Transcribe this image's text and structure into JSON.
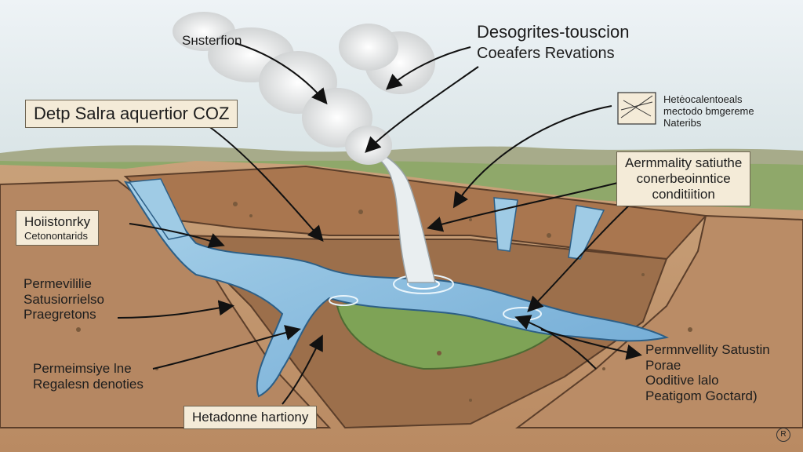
{
  "labels": {
    "top_left_cloud": "Sнsterfion",
    "top_right": [
      "Desogrites-touscion",
      "Coeafers Revations"
    ],
    "upper_right_small": [
      "Hetėocalentoeals",
      "mectodo bmgereme",
      "Nateribs"
    ],
    "left_box": "Detp Salra aquertior COZ",
    "right_box": [
      "Aermmality satiuthe",
      "conerbeoinntice",
      "conditiition"
    ],
    "left_mid_box": [
      "Hoiistonrky",
      "Cetonontarids"
    ],
    "left_permeability": [
      "Permevililie",
      "Satusiorrielso",
      "Praegretons"
    ],
    "left_lower": [
      "Permeimsiye lne",
      "Regalesn denoties"
    ],
    "bottom_box": "Hetadonne hartiony",
    "right_lower": [
      "Permnvellity Satustin",
      "Porae",
      "Ooditive lalo",
      "Peatigom Goctard)"
    ]
  },
  "signature": "R"
}
